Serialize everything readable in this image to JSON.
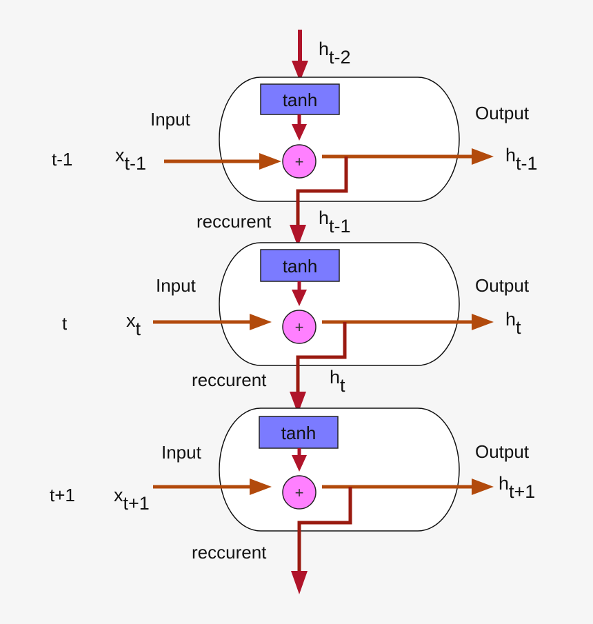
{
  "colors": {
    "background": "#f6f6f6",
    "cell_fill": "#ffffff",
    "tanh_fill": "#7b7bff",
    "plus_fill": "#ff80ff",
    "input_arrow": "#b24a0c",
    "recurrent_arrow": "#b0142a",
    "recurrent_line": "#9a1a10"
  },
  "top_state": {
    "base": "h",
    "sub": "t-2"
  },
  "cells": [
    {
      "step": "t-1",
      "input_label": "Input",
      "output_label": "Output",
      "tanh": "tanh",
      "plus": "+",
      "x": {
        "base": "x",
        "sub": "t-1"
      },
      "h_out": {
        "base": "h",
        "sub": "t-1"
      },
      "recurrent_label": "reccurent",
      "h_below": {
        "base": "h",
        "sub": "t-1"
      }
    },
    {
      "step": "t",
      "input_label": "Input",
      "output_label": "Output",
      "tanh": "tanh",
      "plus": "+",
      "x": {
        "base": "x",
        "sub": "t"
      },
      "h_out": {
        "base": "h",
        "sub": "t"
      },
      "recurrent_label": "reccurent",
      "h_below": {
        "base": "h",
        "sub": "t"
      }
    },
    {
      "step": "t+1",
      "input_label": "Input",
      "output_label": "Output",
      "tanh": "tanh",
      "plus": "+",
      "x": {
        "base": "x",
        "sub": "t+1"
      },
      "h_out": {
        "base": "h",
        "sub": "t+1"
      },
      "recurrent_label": "reccurent"
    }
  ]
}
